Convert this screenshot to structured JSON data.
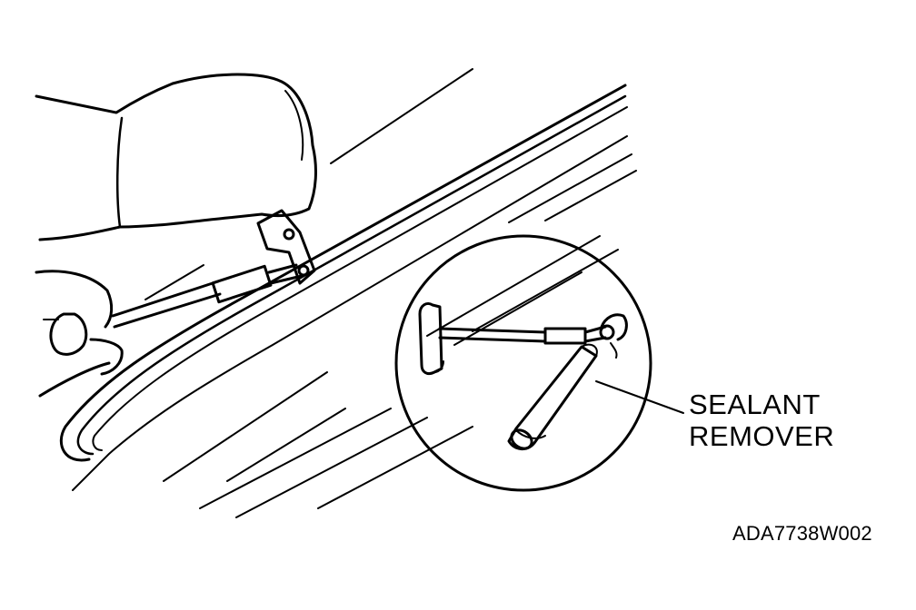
{
  "callout": {
    "line1": "SEALANT",
    "line2": "REMOVER"
  },
  "figure_code": "ADA7738W002",
  "colors": {
    "ink": "#000000",
    "paper": "#ffffff"
  }
}
